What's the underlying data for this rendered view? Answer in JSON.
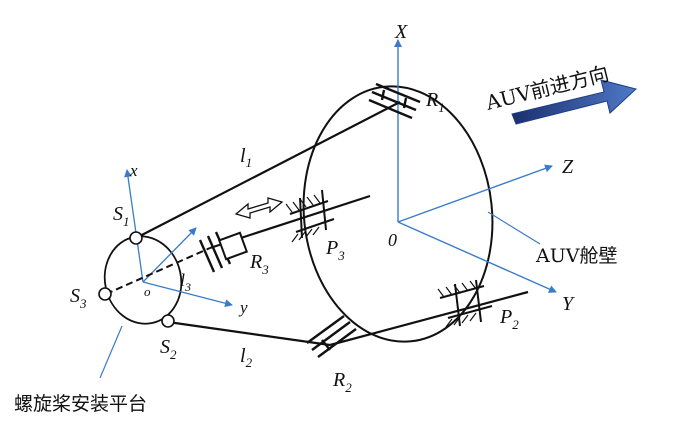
{
  "labels": {
    "X": "X",
    "Y": "Y",
    "Z": "Z",
    "O": "0",
    "x": "x",
    "y": "y",
    "o": "o",
    "l1": "l",
    "l1_sub": "1",
    "l2": "l",
    "l2_sub": "2",
    "l3": "l",
    "l3_sub": "3",
    "R1": "R",
    "R1_sub": "1",
    "R2": "R",
    "R2_sub": "2",
    "R3": "R",
    "R3_sub": "3",
    "P2": "P",
    "P2_sub": "2",
    "P3": "P",
    "P3_sub": "3",
    "S1": "S",
    "S1_sub": "1",
    "S2": "S",
    "S2_sub": "2",
    "S3": "S",
    "S3_sub": "3",
    "auv_forward": "AUV前进方向",
    "auv_hull": "AUV舱壁",
    "propeller_platform": "螺旋桨安装平台"
  },
  "colors": {
    "line": "#111111",
    "axis_blue": "#3a7cc7",
    "arrow_blue": "#1f3f86"
  }
}
